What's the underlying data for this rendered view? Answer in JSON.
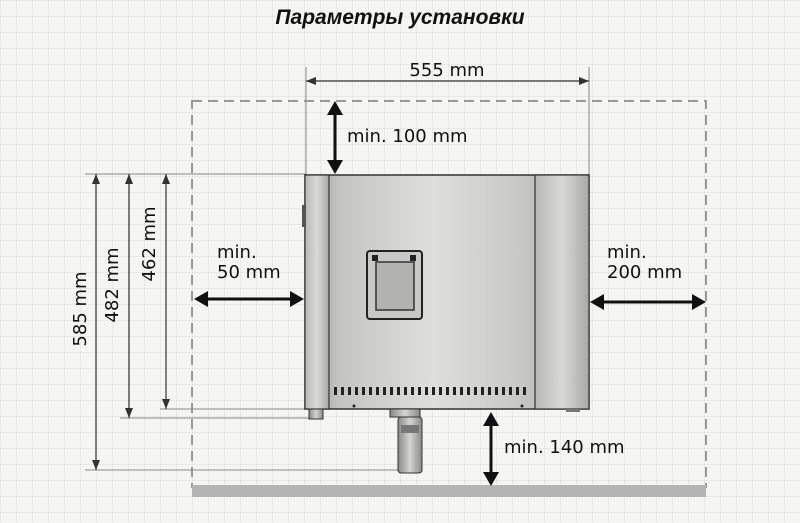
{
  "title": "Параметры установки",
  "dimensions": {
    "width": "555 mm",
    "height_total": "585 mm",
    "height_mid": "482 mm",
    "height_body": "462 mm"
  },
  "clearances": {
    "top": "min. 100 mm",
    "left_line1": "min.",
    "left_line2": "50 mm",
    "right_line1": "min.",
    "right_line2": "200 mm",
    "bottom": "min. 140 mm"
  }
}
